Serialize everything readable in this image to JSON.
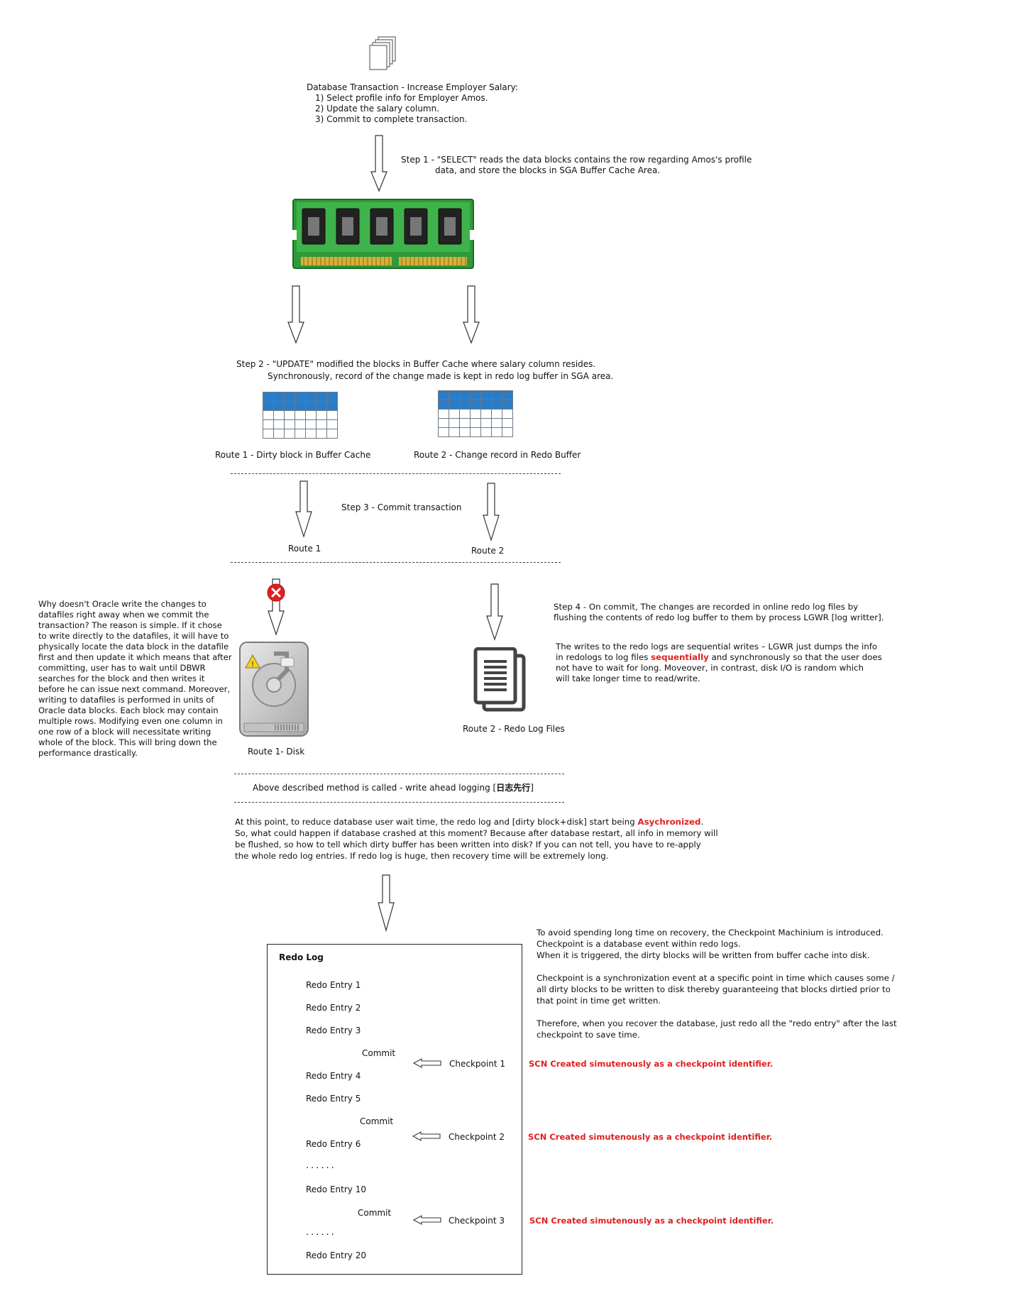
{
  "transaction": {
    "title": "Database Transaction - Increase Employer Salary:",
    "steps": [
      "1) Select profile info for Employer Amos.",
      "2) Update the salary column.",
      "3) Commit to complete transaction."
    ]
  },
  "step1": {
    "line1": "Step 1 - \"SELECT\" reads the data blocks contains the row regarding Amos's profile",
    "line2": "data, and store the blocks in SGA Buffer Cache Area."
  },
  "step2": {
    "line1": "Step 2 - \"UPDATE\" modified the blocks in Buffer Cache where salary column resides.",
    "line2": "Synchronously, record of the change made is kept in redo log buffer in SGA area."
  },
  "route1_label": "Route 1 - Dirty block in Buffer Cache",
  "route2_label": "Route 2 - Change record in Redo Buffer",
  "step3_label": "Step 3 - Commit transaction",
  "route1_short": "Route 1",
  "route2_short": "Route 2",
  "why_text": {
    "lines": [
      "Why doesn't Oracle write the changes to",
      "datafiles right away when we commit the",
      "transaction? The reason is simple. If it chose",
      "to write directly to the datafiles, it will have to",
      "physically locate the data block in the datafile",
      "first and then update it which means that after",
      "committing, user has to wait until DBWR",
      "searches for the block and then writes it",
      "before he can issue next command. Moreover,",
      "writing to datafiles is performed in  units of",
      "Oracle data blocks. Each block may contain",
      "multiple rows. Modifying even one column in",
      "one row of a block will necessitate writing",
      "whole of the block. This will bring down the",
      "performance drastically."
    ]
  },
  "disk_label": "Route 1- Disk",
  "redo_files_label": "Route 2 - Redo Log Files",
  "step4": {
    "line1": "Step 4 - On commit, The changes are recorded in online redo log files by",
    "line2": "flushing the contents of redo log buffer to them by process LGWR [log writter].",
    "p2_line1": "The writes to the redo logs are sequential writes – LGWR just dumps the info",
    "p2_line2_a": "in redologs to log files ",
    "p2_line2_red": "sequentially",
    "p2_line2_b": " and synchronously so that the user does",
    "p2_line3": "not have to wait for long.  Moveover, in contrast, disk I/O is random which",
    "p2_line4": "will take longer time to read/write."
  },
  "wal": {
    "prefix": "Above described method is called - write ahead logging [",
    "cjk": "日志先行",
    "suffix": "]"
  },
  "async": {
    "line1_a": "At this point, to reduce database user wait time, the redo log and [dirty block+disk] start being ",
    "line1_red": "Asychronized",
    "line1_b": ".",
    "line2": "So, what could happen if database crashed at this moment? Because after database restart, all info in memory will",
    "line3": "be flushed, so how to tell which dirty buffer has been written into disk? If you can not tell, you have to re-apply",
    "line4": "the whole redo log entries. If redo log is huge, then recovery time will be extremely long."
  },
  "checkpoint_notes": {
    "p1": [
      "To avoid spending long time on recovery, the Checkpoint Machinium is introduced.",
      "Checkpoint is a database event within redo logs.",
      "When it is triggered, the dirty blocks will be written from buffer cache into disk."
    ],
    "p2": [
      "Checkpoint is a synchronization event at a specific point in time which causes some /",
      "all dirty blocks to be written to disk thereby guaranteeing that blocks dirtied prior to",
      "that point in time get written."
    ],
    "p3": [
      "Therefore, when you recover the database, just redo all the \"redo entry\" after the last",
      "checkpoint to save time."
    ]
  },
  "redo_log": {
    "title": "Redo Log",
    "entry1": "Redo Entry 1",
    "entry2": "Redo Entry 2",
    "entry3": "Redo Entry 3",
    "commit1": "Commit",
    "entry4": "Redo Entry 4",
    "entry5": "Redo Entry 5",
    "commit2": "Commit",
    "entry6": "Redo Entry 6",
    "dots1": "......",
    "entry10": "Redo Entry 10",
    "commit3": "Commit",
    "dots2": "......",
    "entry20": "Redo Entry 20"
  },
  "checkpoints": [
    {
      "label": "Checkpoint 1",
      "scn": "SCN Created simutenously as a checkpoint identifier."
    },
    {
      "label": "Checkpoint 2",
      "scn": "SCN Created simutenously as a checkpoint identifier."
    },
    {
      "label": "Checkpoint 3",
      "scn": "SCN Created simutenously as a checkpoint identifier."
    }
  ],
  "icons": {
    "documents": "document-stack-icon",
    "ram": "ram-module-icon",
    "error": "red-x-error-icon",
    "disk": "hard-disk-icon",
    "log_files": "log-files-icon"
  },
  "colors": {
    "grid_blue": "#2b7cc6",
    "alert_red": "#e02020",
    "ram_green": "#2e9a3a"
  }
}
